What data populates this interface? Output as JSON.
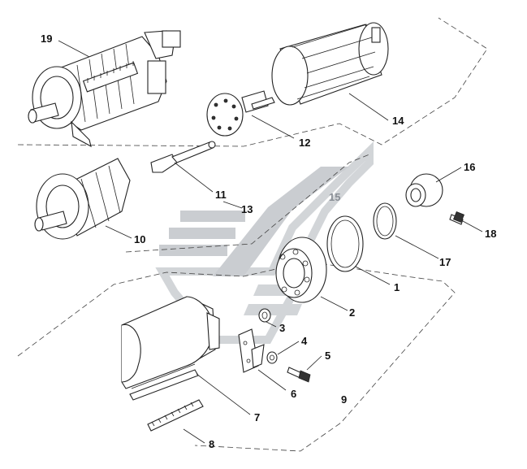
{
  "callouts": {
    "c1": "1",
    "c2": "2",
    "c3": "3",
    "c4": "4",
    "c5": "5",
    "c6": "6",
    "c7": "7",
    "c8": "8",
    "c9": "9",
    "c10": "10",
    "c11": "11",
    "c12": "12",
    "c13": "13",
    "c14": "14",
    "c15": "15",
    "c16": "16",
    "c17": "17",
    "c18": "18",
    "c19": "19"
  },
  "colors": {
    "line": "#222222",
    "watermark": "#b9bdc2",
    "background": "#ffffff"
  }
}
